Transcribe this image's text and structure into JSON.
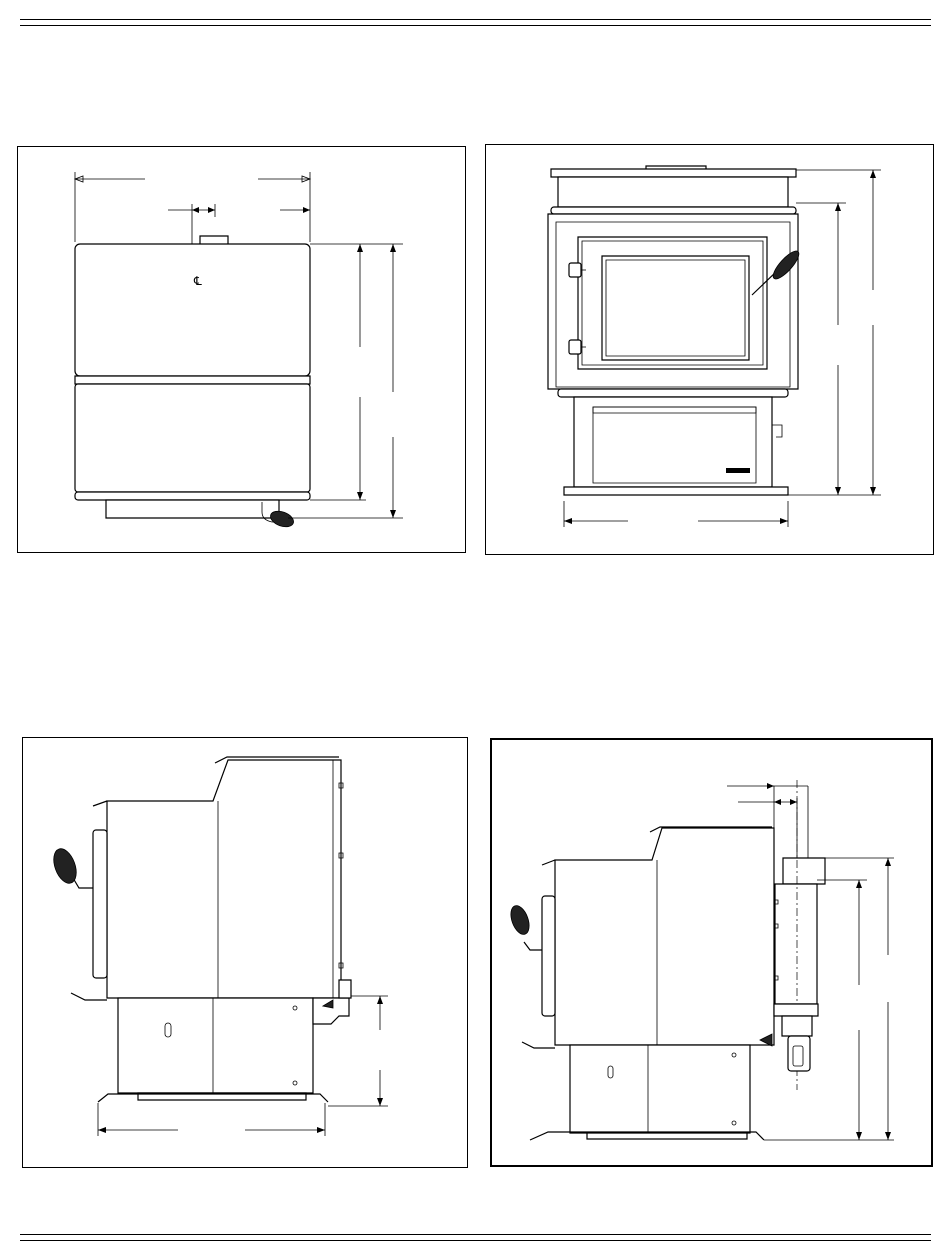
{
  "figures": [
    {
      "id": "top-view"
    },
    {
      "id": "front-view"
    },
    {
      "id": "side-view"
    },
    {
      "id": "side-view-with-vent"
    }
  ],
  "centerline_symbol": "℄",
  "brand_plate": "",
  "colors": {
    "line": "#000000",
    "background": "#ffffff",
    "handle": "#222222"
  }
}
